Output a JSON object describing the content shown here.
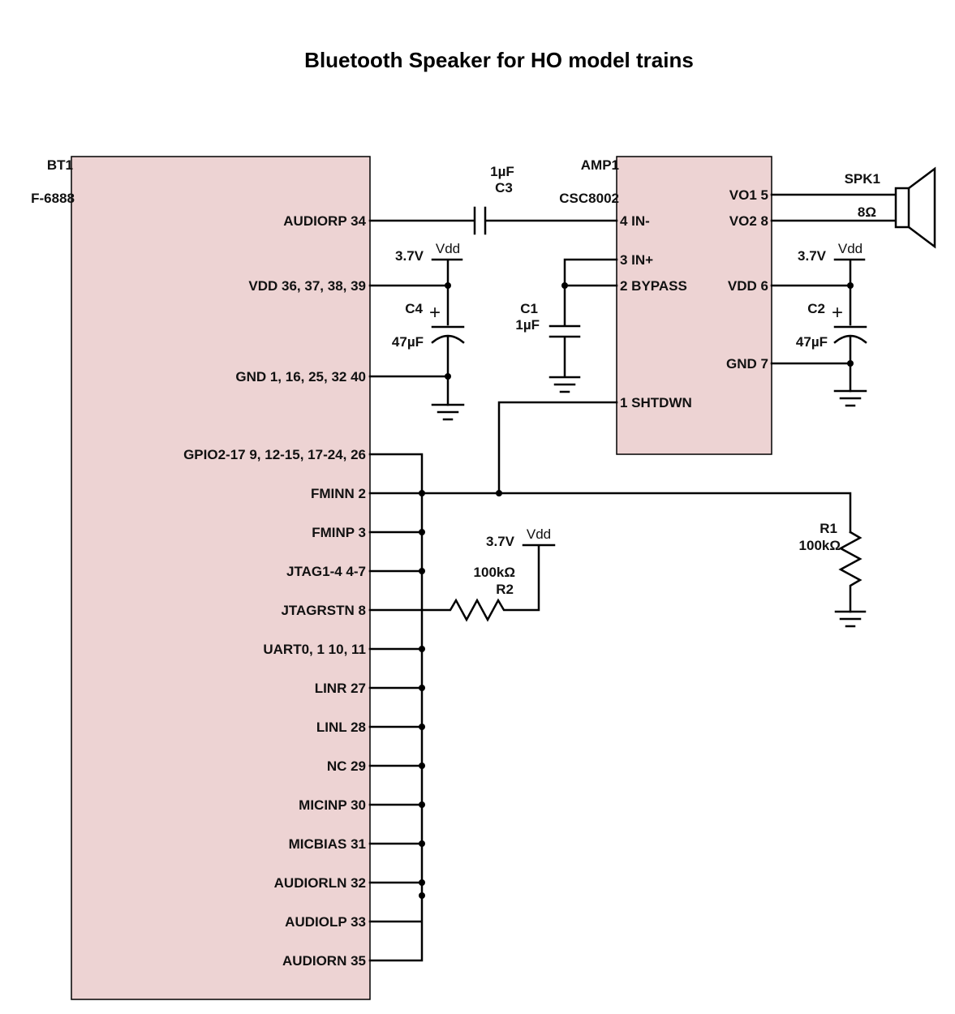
{
  "title": "Bluetooth Speaker for HO model trains",
  "bt1": {
    "ref": "BT1",
    "part": "F-6888",
    "pins": [
      "AUDIORP 34",
      "VDD 36, 37, 38, 39",
      "GND 1, 16, 25, 32 40",
      "GPIO2-17 9, 12-15, 17-24, 26",
      "FMINN 2",
      "FMINP 3",
      "JTAG1-4 4-7",
      "JTAGRSTN 8",
      "UART0, 1 10, 11",
      "LINR 27",
      "LINL 28",
      "NC 29",
      "MICINP 30",
      "MICBIAS 31",
      "AUDIORLN 32",
      "AUDIOLP 33",
      "AUDIORN 35"
    ]
  },
  "amp1": {
    "ref": "AMP1",
    "part": "CSC8002",
    "left_pins": [
      "4 IN-",
      "3 IN+",
      "2 BYPASS",
      "1 SHTDWN"
    ],
    "right_pins": [
      "VO1 5",
      "VO2 8",
      "VDD 6",
      "GND 7"
    ]
  },
  "c3": {
    "value": "1µF",
    "ref": "C3"
  },
  "c4": {
    "ref": "C4",
    "value": "47µF",
    "plus": "+",
    "supply_voltage": "3.7V",
    "supply_name": "Vdd"
  },
  "c1": {
    "ref": "C1",
    "value": "1µF"
  },
  "c2": {
    "ref": "C2",
    "value": "47µF",
    "plus": "+",
    "supply_voltage": "3.7V",
    "supply_name": "Vdd"
  },
  "spk1": {
    "ref": "SPK1",
    "value": "8Ω"
  },
  "r1": {
    "ref": "R1",
    "value": "100kΩ"
  },
  "r2": {
    "ref": "R2",
    "value": "100kΩ",
    "supply_voltage": "3.7V",
    "supply_name": "Vdd"
  },
  "colors": {
    "chip_fill": "#edd3d3",
    "wire": "#000000"
  }
}
